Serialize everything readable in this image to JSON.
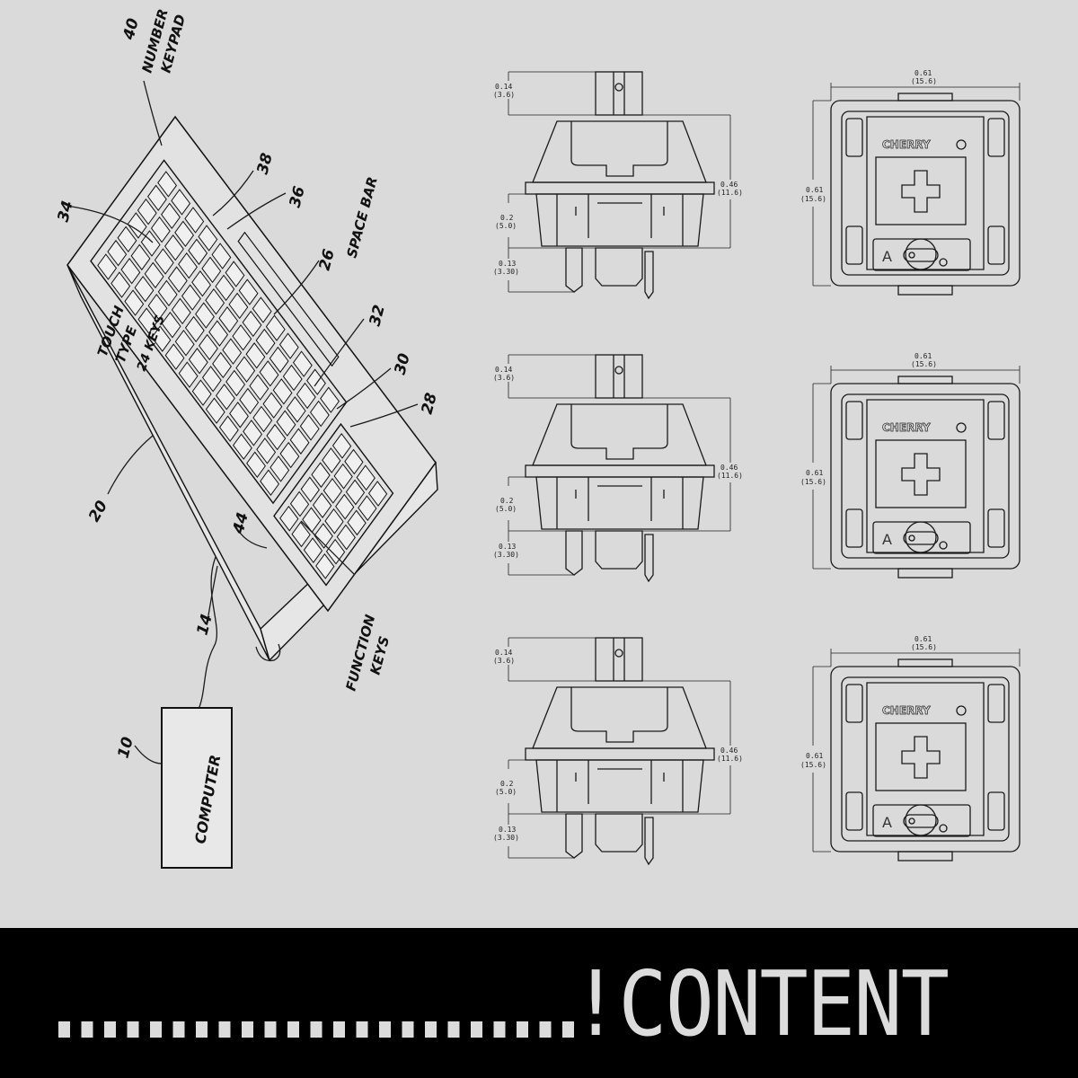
{
  "patent": {
    "labels": {
      "number_keypad_ref": "40",
      "number_keypad": "NUMBER",
      "number_keypad2": "KEYPAD",
      "ref38": "38",
      "ref34": "34",
      "ref36": "36",
      "space_bar_ref": "26",
      "space_bar": "SPACE BAR",
      "ref32": "32",
      "touch": "TOUCH",
      "type": "TYPE",
      "keys_ref": "24 KEYS",
      "ref30": "30",
      "ref28": "28",
      "ref20": "20",
      "ref44": "44",
      "function": "FUNCTION",
      "keys": "KEYS",
      "ref14": "14",
      "ref10": "10",
      "computer": "COMPUTER"
    }
  },
  "switches": [
    {
      "stem_h": "0.14",
      "stem_h_mm": "(3.6)",
      "total_h": "0.46",
      "total_h_mm": "(11.6)",
      "base_h": "0.2",
      "base_h_mm": "(5.0)",
      "pin_h": "0.13",
      "pin_h_mm": "(3.30)",
      "width": "0.61",
      "width_mm": "(15.6)",
      "depth": "0.61",
      "depth_mm": "(15.6)",
      "brand": "CHERRY",
      "mark": "A"
    },
    {
      "stem_h": "0.14",
      "stem_h_mm": "(3.6)",
      "total_h": "0.46",
      "total_h_mm": "(11.6)",
      "base_h": "0.2",
      "base_h_mm": "(5.0)",
      "pin_h": "0.13",
      "pin_h_mm": "(3.30)",
      "width": "0.61",
      "width_mm": "(15.6)",
      "depth": "0.61",
      "depth_mm": "(15.6)",
      "brand": "CHERRY",
      "mark": "A"
    },
    {
      "stem_h": "0.14",
      "stem_h_mm": "(3.6)",
      "total_h": "0.46",
      "total_h_mm": "(11.6)",
      "base_h": "0.2",
      "base_h_mm": "(5.0)",
      "pin_h": "0.13",
      "pin_h_mm": "(3.30)",
      "width": "0.61",
      "width_mm": "(15.6)",
      "depth": "0.61",
      "depth_mm": "(15.6)",
      "brand": "CHERRY",
      "mark": "A"
    }
  ],
  "banner": {
    "title": "!CONTENT"
  }
}
